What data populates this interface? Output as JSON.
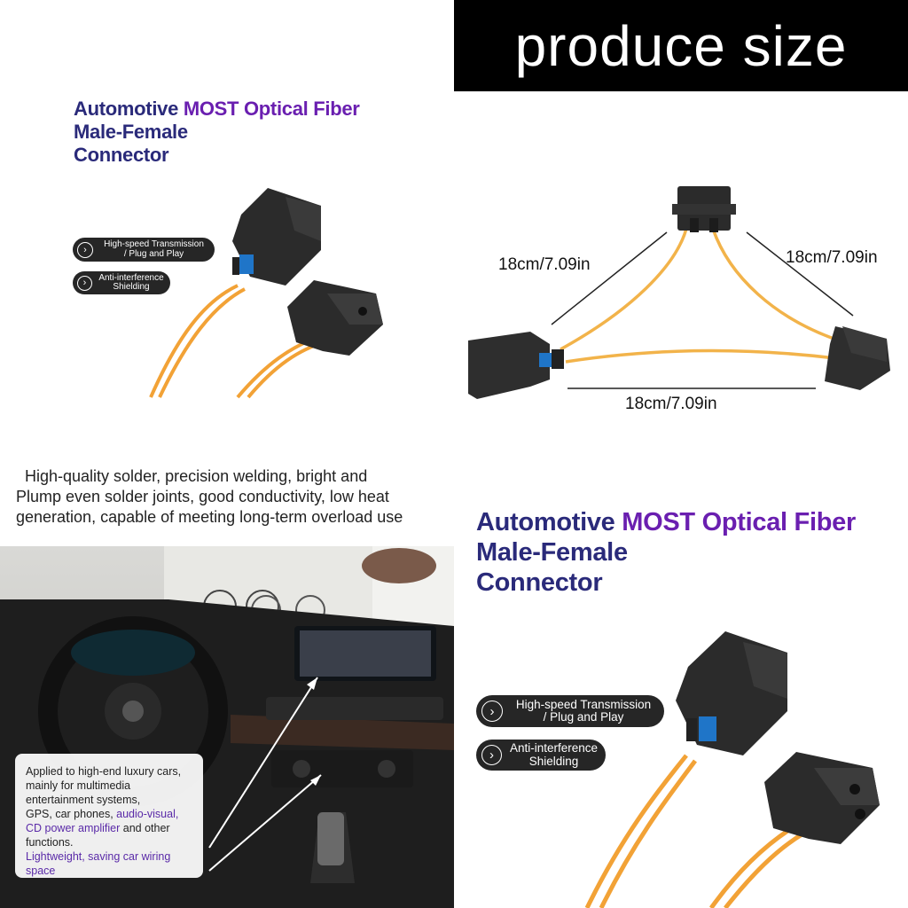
{
  "product": {
    "title_line1_a": "Automotive ",
    "title_line1_b": "MOST Optical Fiber",
    "title_line2": "Male-Female",
    "title_line3": "Connector"
  },
  "features": [
    {
      "line1": "High-speed Transmission",
      "line2": "/ Plug and Play",
      "icon": "chevron-right-icon"
    },
    {
      "line1": "Anti-interference",
      "line2": "Shielding",
      "icon": "chevron-right-icon"
    }
  ],
  "size_panel": {
    "header": "produce size",
    "dimension_left": "18cm/7.09in",
    "dimension_right": "18cm/7.09in",
    "dimension_bottom": "18cm/7.09in"
  },
  "quality": {
    "line1": "High-quality solder, precision welding, bright and",
    "line2": "Plump even solder joints, good conductivity, low heat",
    "line3": "generation, capable of meeting long-term overload use"
  },
  "application": {
    "line1": "Applied to high-end luxury cars,",
    "line2": "mainly for multimedia",
    "line3": "entertainment systems,",
    "line4a": "GPS, car phones, ",
    "line4b": "audio-visual,",
    "line5a": "CD power amplifier",
    "line5b": " and other",
    "line6": "functions.",
    "line7": "Lightweight, saving car wiring space"
  },
  "colors": {
    "fiber": "#f5a623",
    "connector": "#2b2b2b",
    "title_dark": "#2a2a7a",
    "title_purple": "#6a1fb0",
    "badge": "#262626"
  }
}
